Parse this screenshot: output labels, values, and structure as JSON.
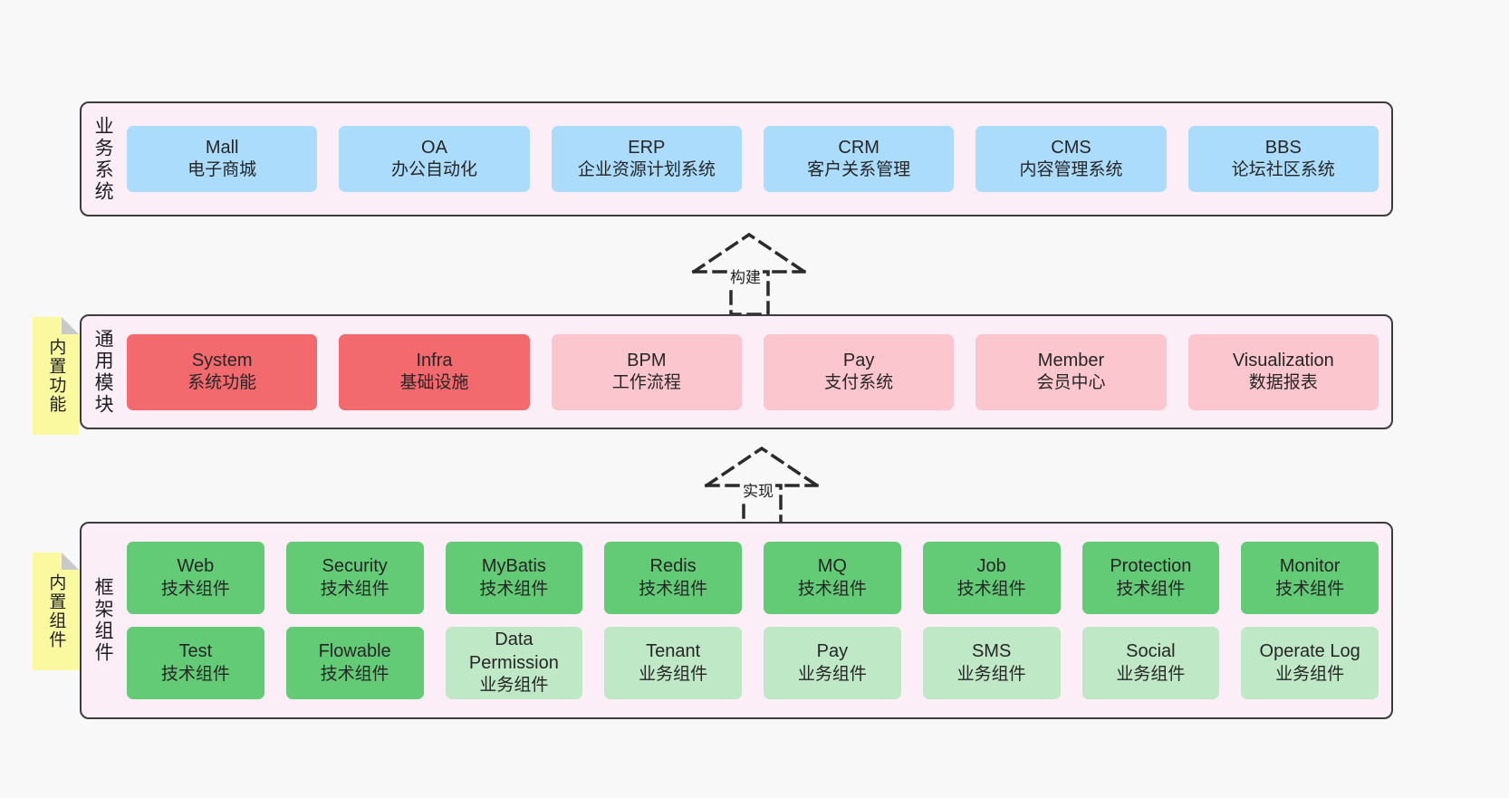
{
  "diagram": {
    "background_color": "#f8f8f8",
    "band_fill": "#fbeef7",
    "band_border": "#3c3c3c",
    "note_color": "#fbf9a0",
    "colors": {
      "blue": "#abdcfb",
      "red": "#f2696e",
      "pink": "#fbc6cd",
      "green": "#63ca76",
      "light_green": "#bfe8c6"
    }
  },
  "notes": [
    {
      "label": "内置功能"
    },
    {
      "label": "内置组件"
    }
  ],
  "arrows": [
    {
      "label": "构建",
      "style": "dashed-generalization",
      "direction": "up"
    },
    {
      "label": "实现",
      "style": "dashed-generalization",
      "direction": "up"
    }
  ],
  "bands": [
    {
      "title": "业务系统",
      "rows": [
        [
          {
            "name": "Mall",
            "desc": "电子商城",
            "color": "blue"
          },
          {
            "name": "OA",
            "desc": "办公自动化",
            "color": "blue"
          },
          {
            "name": "ERP",
            "desc": "企业资源计划系统",
            "color": "blue"
          },
          {
            "name": "CRM",
            "desc": "客户关系管理",
            "color": "blue"
          },
          {
            "name": "CMS",
            "desc": "内容管理系统",
            "color": "blue"
          },
          {
            "name": "BBS",
            "desc": "论坛社区系统",
            "color": "blue"
          }
        ]
      ]
    },
    {
      "title": "通用模块",
      "rows": [
        [
          {
            "name": "System",
            "desc": "系统功能",
            "color": "red"
          },
          {
            "name": "Infra",
            "desc": "基础设施",
            "color": "red"
          },
          {
            "name": "BPM",
            "desc": "工作流程",
            "color": "pink"
          },
          {
            "name": "Pay",
            "desc": "支付系统",
            "color": "pink"
          },
          {
            "name": "Member",
            "desc": "会员中心",
            "color": "pink"
          },
          {
            "name": "Visualization",
            "desc": "数据报表",
            "color": "pink"
          }
        ]
      ]
    },
    {
      "title": "框架组件",
      "rows": [
        [
          {
            "name": "Web",
            "desc": "技术组件",
            "color": "green"
          },
          {
            "name": "Security",
            "desc": "技术组件",
            "color": "green"
          },
          {
            "name": "MyBatis",
            "desc": "技术组件",
            "color": "green"
          },
          {
            "name": "Redis",
            "desc": "技术组件",
            "color": "green"
          },
          {
            "name": "MQ",
            "desc": "技术组件",
            "color": "green"
          },
          {
            "name": "Job",
            "desc": "技术组件",
            "color": "green"
          },
          {
            "name": "Protection",
            "desc": "技术组件",
            "color": "green"
          },
          {
            "name": "Monitor",
            "desc": "技术组件",
            "color": "green"
          }
        ],
        [
          {
            "name": "Test",
            "desc": "技术组件",
            "color": "green"
          },
          {
            "name": "Flowable",
            "desc": "技术组件",
            "color": "green"
          },
          {
            "name": "Data",
            "name2": "Permission",
            "desc": "业务组件",
            "color": "light_green"
          },
          {
            "name": "Tenant",
            "desc": "业务组件",
            "color": "light_green"
          },
          {
            "name": "Pay",
            "desc": "业务组件",
            "color": "light_green"
          },
          {
            "name": "SMS",
            "desc": "业务组件",
            "color": "light_green"
          },
          {
            "name": "Social",
            "desc": "业务组件",
            "color": "light_green"
          },
          {
            "name": "Operate Log",
            "desc": "业务组件",
            "color": "light_green"
          }
        ]
      ]
    }
  ]
}
